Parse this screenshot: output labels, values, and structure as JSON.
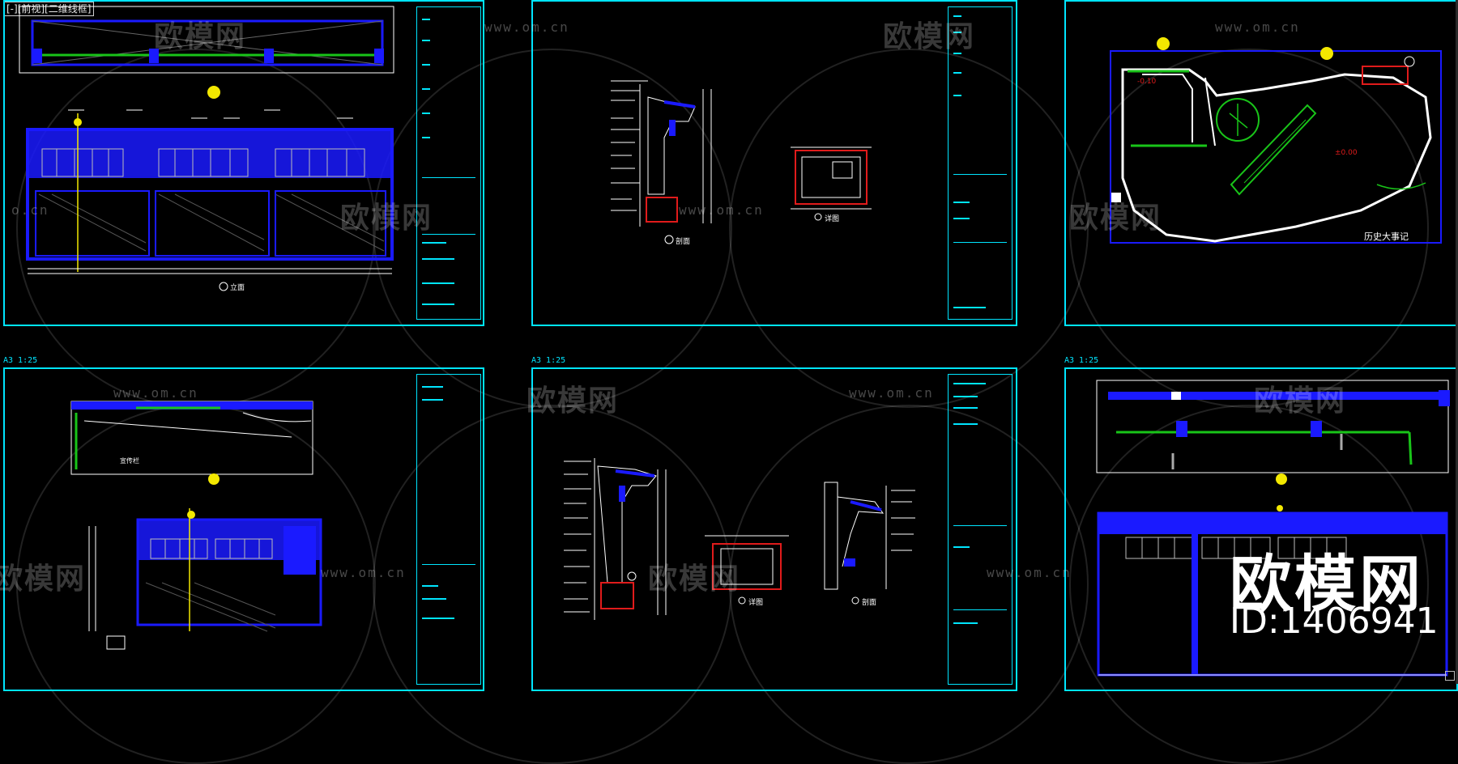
{
  "viewport": {
    "label": "[-][前视][二维线框]"
  },
  "sheets": [
    {
      "id": "top-left",
      "scale": ""
    },
    {
      "id": "top-middle",
      "scale": ""
    },
    {
      "id": "top-right",
      "scale": ""
    },
    {
      "id": "bottom-left",
      "scale": "A3 1:25"
    },
    {
      "id": "bottom-middle",
      "scale": "A3 1:25"
    },
    {
      "id": "bottom-right",
      "scale": "A3 1:25"
    }
  ],
  "watermark": {
    "brand": "欧模网",
    "url": "www.om.cn",
    "url_partial": "o.cn",
    "brand_partial": "欧模网",
    "id": "ID:1406941"
  },
  "drawing_texts": {
    "plan_area_text": "历史大事记",
    "plan_elevation_1": "±0.00",
    "plan_elevation_2": "-0.10",
    "elev_left_label": "宣传栏",
    "section_label_1": "剖面",
    "section_label_2": "详图",
    "elev_title": "立面"
  },
  "colors": {
    "frame": "#00e5ff",
    "wall": "#1a1aff",
    "green": "#19c419",
    "red": "#e01b1b",
    "yellow": "#f3e800",
    "white": "#ffffff"
  }
}
